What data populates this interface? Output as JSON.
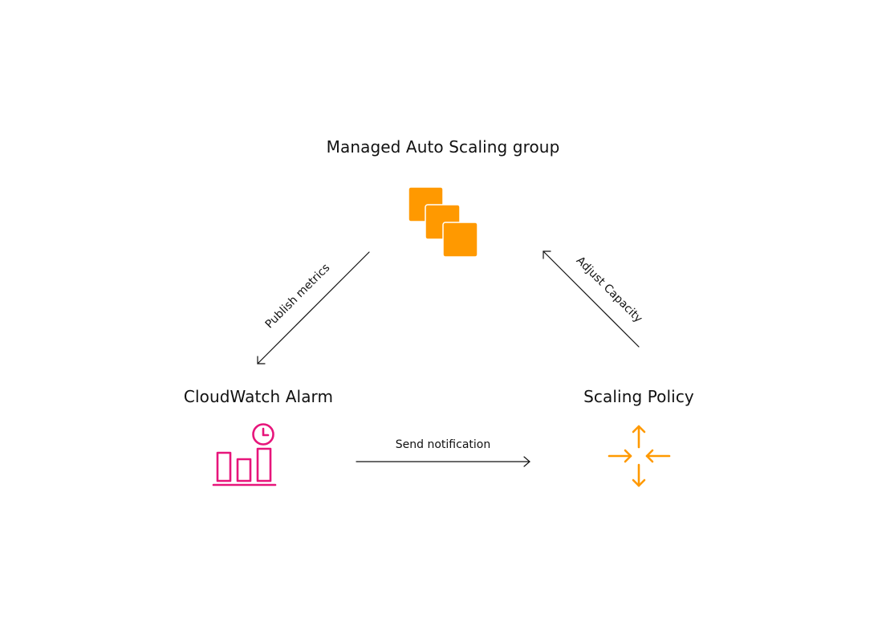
{
  "nodes": {
    "auto_scaling_group": {
      "title": "Managed Auto Scaling group",
      "icon": "ec2-instances-icon"
    },
    "cloudwatch_alarm": {
      "title": "CloudWatch Alarm",
      "icon": "cloudwatch-alarm-icon"
    },
    "scaling_policy": {
      "title": "Scaling Policy",
      "icon": "scaling-policy-icon"
    }
  },
  "edges": {
    "publish": {
      "label": "Publish metrics"
    },
    "adjust": {
      "label": "Adjust Capacity"
    },
    "send": {
      "label": "Send notification"
    }
  },
  "colors": {
    "asg_orange": "#FF9900",
    "alarm_pink": "#E7157B",
    "policy_orange": "#FF9900",
    "arrow": "#111111"
  }
}
